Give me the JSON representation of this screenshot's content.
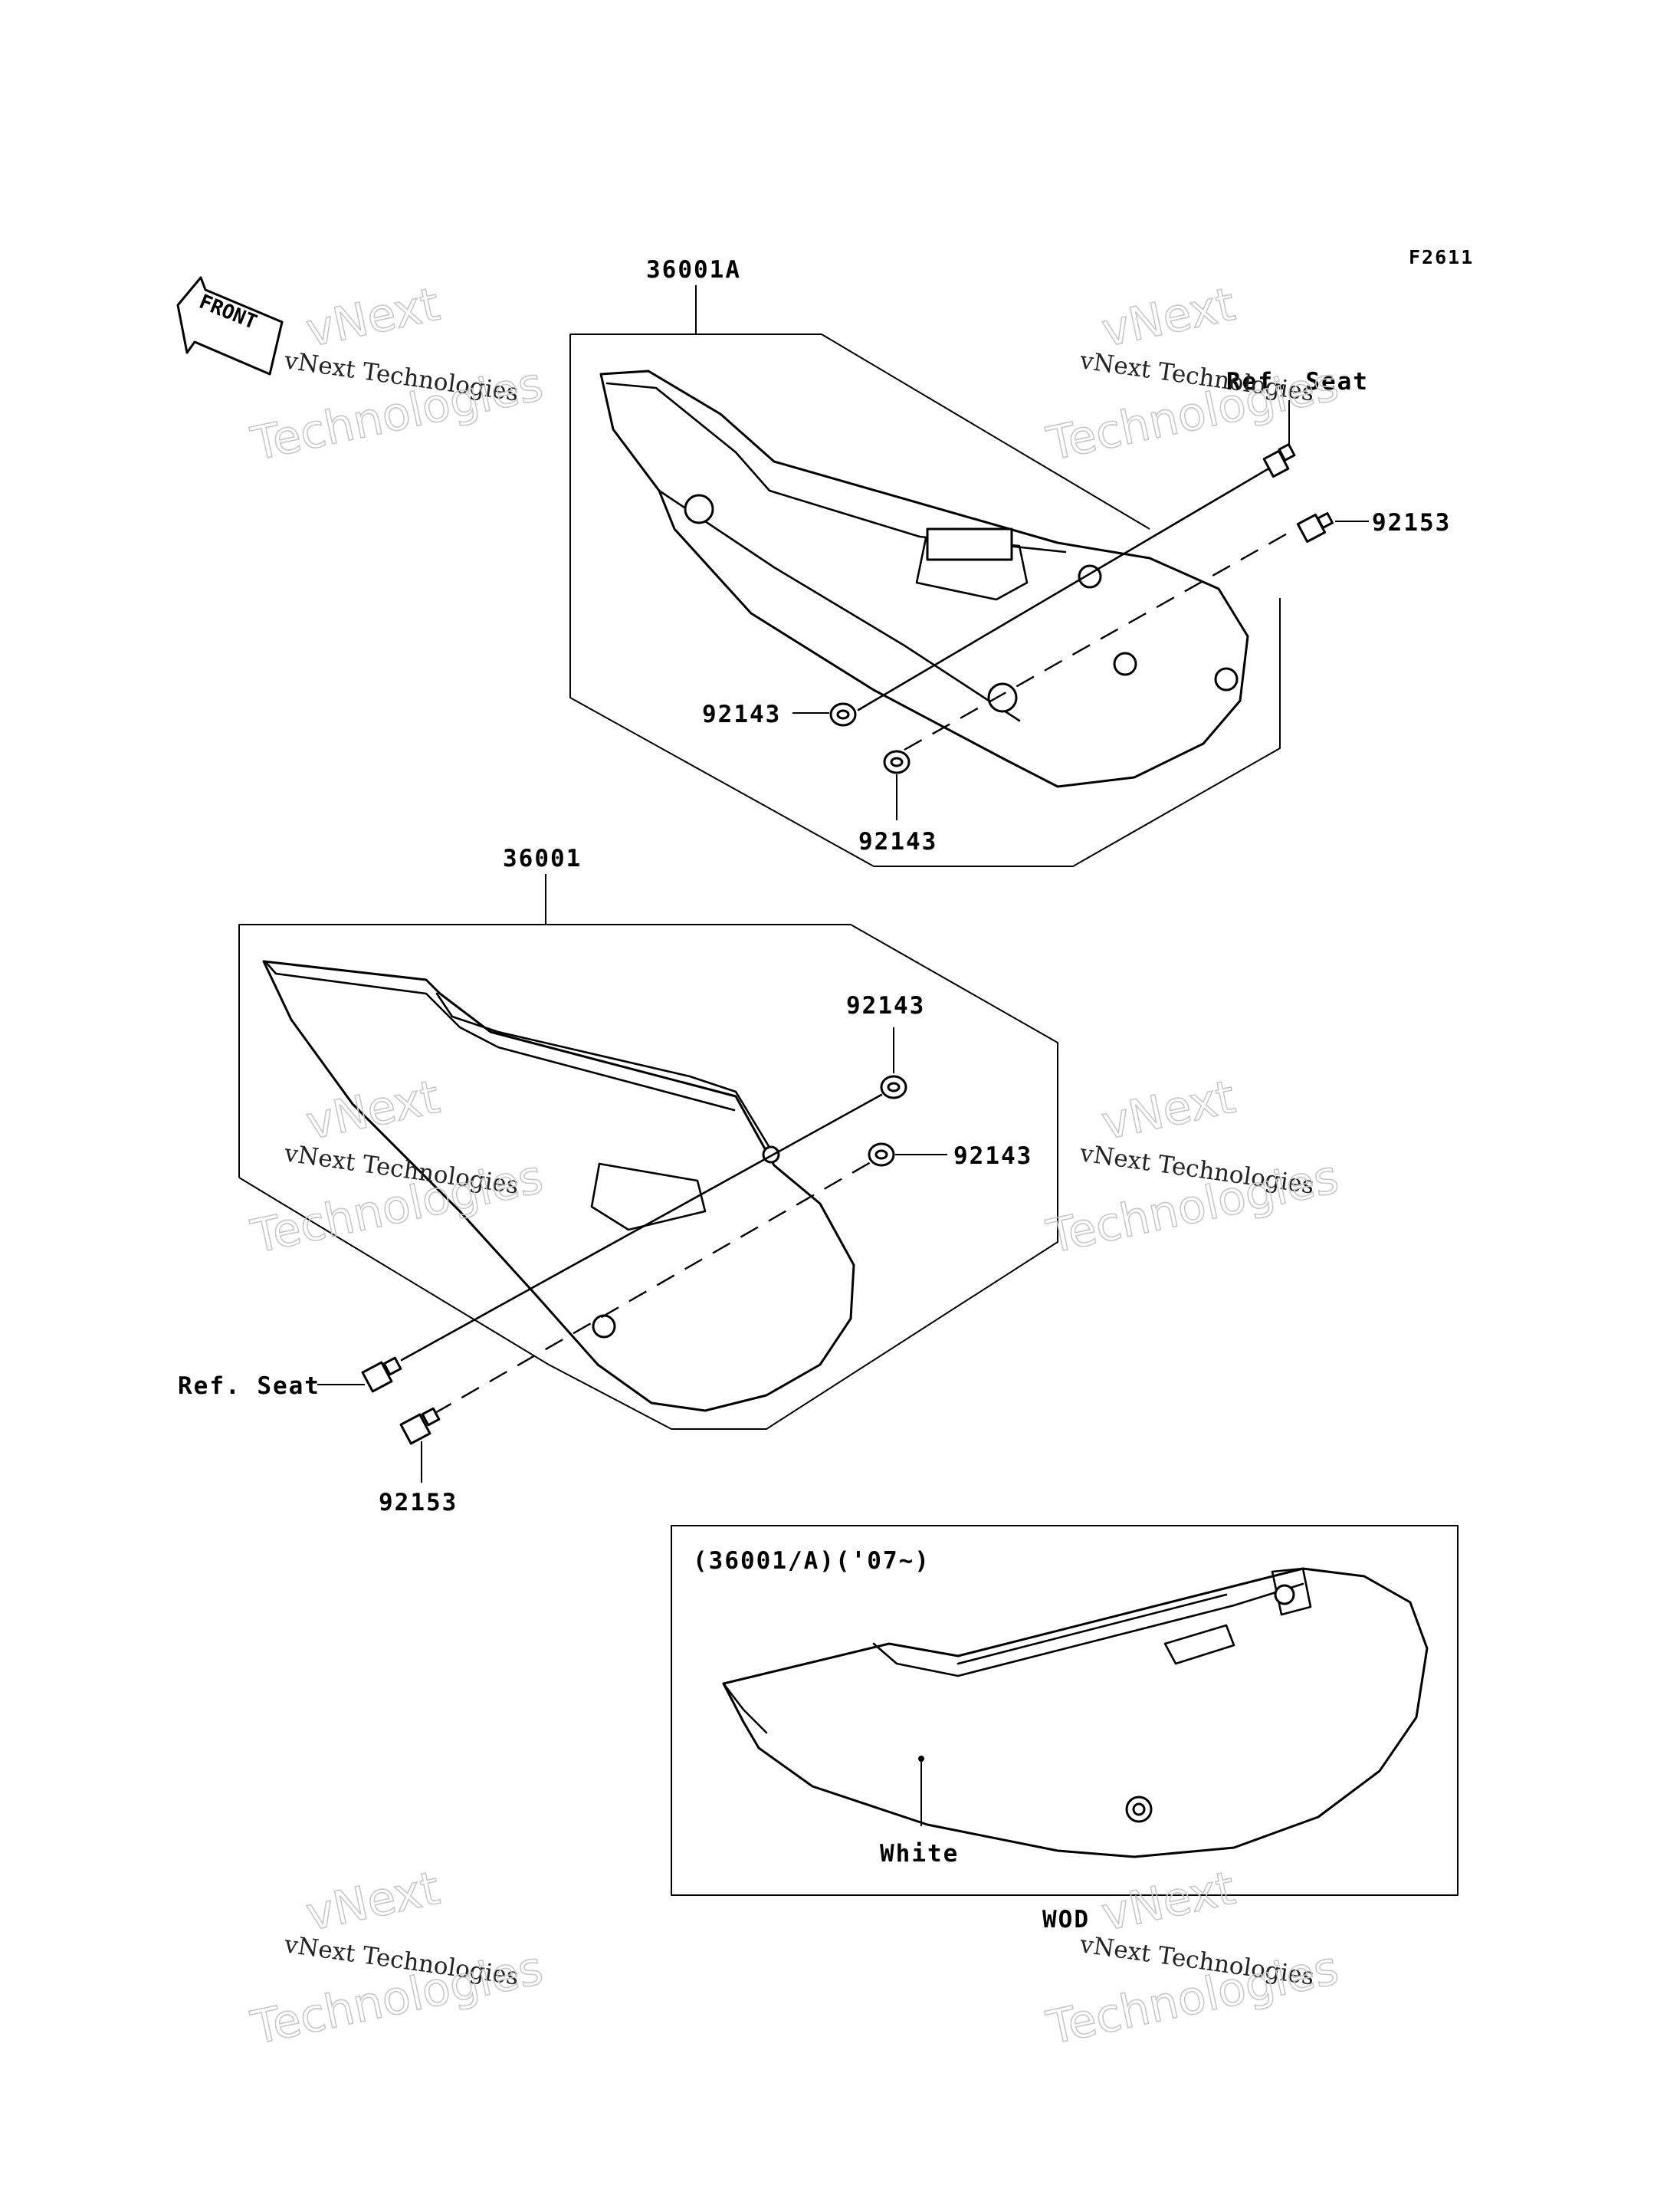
{
  "diagram": {
    "figure_code": "F2611",
    "front_label": "FRONT",
    "assemblies": {
      "top": {
        "assembly_label": "36001A",
        "ref_seat": "Ref. Seat",
        "bolt": "92153",
        "washer_left": "92143",
        "washer_bottom": "92143"
      },
      "middle": {
        "assembly_label": "36001",
        "washer_top": "92143",
        "washer_right": "92143",
        "ref_seat": "Ref. Seat",
        "bolt": "92153"
      },
      "inset": {
        "caption": "(36001/A)('07~)",
        "color_note": "White",
        "model_code": "WOD"
      }
    },
    "watermarks": [
      {
        "line1": "vNext Technologies",
        "line2": "vNext",
        "line3": "Technologies"
      },
      {
        "line1": "vNext Technologies",
        "line2": "vNext",
        "line3": "Technologies"
      },
      {
        "line1": "vNext Technologies",
        "line2": "vNext",
        "line3": "Technologies"
      },
      {
        "line1": "vNext Technologies",
        "line2": "vNext",
        "line3": "Technologies"
      },
      {
        "line1": "vNext Technologies",
        "line2": "vNext",
        "line3": "Technologies"
      },
      {
        "line1": "vNext Technologies",
        "line2": "vNext",
        "line3": "Technologies"
      }
    ]
  }
}
